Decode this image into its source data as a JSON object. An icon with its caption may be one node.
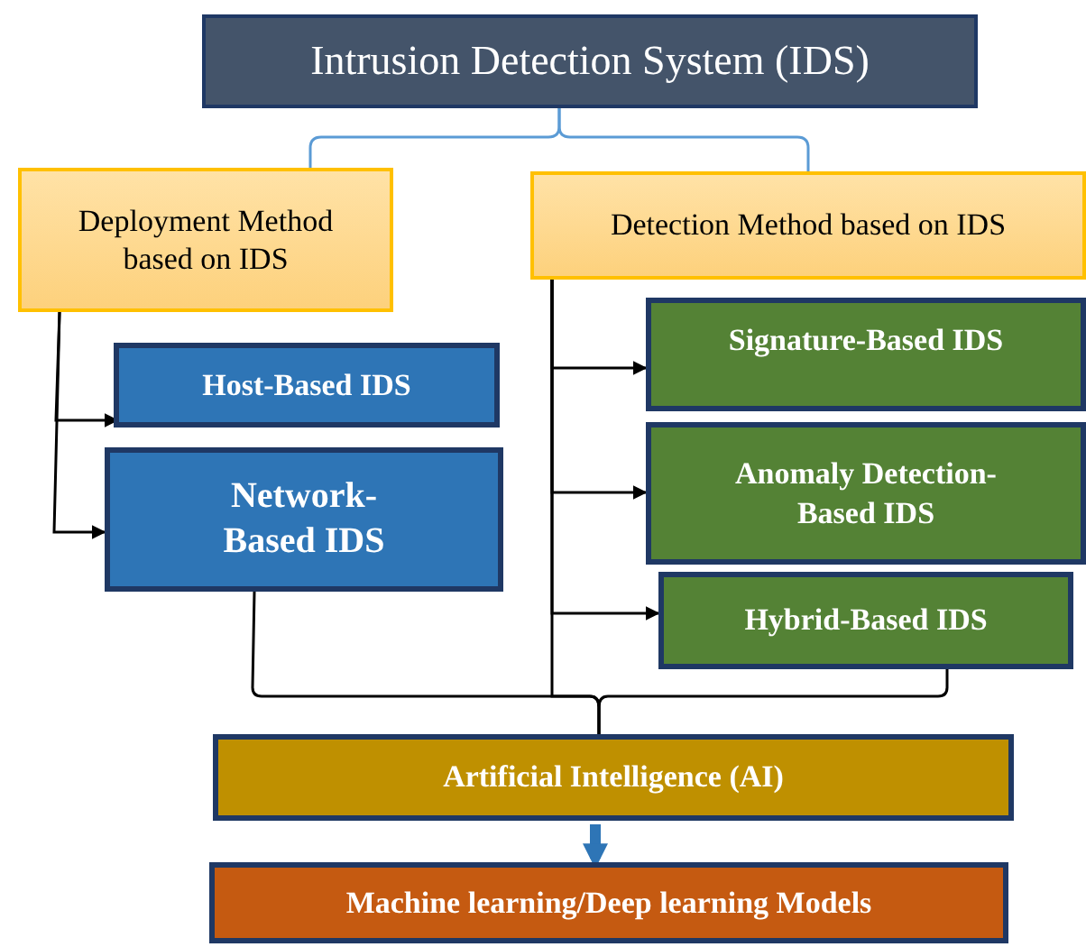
{
  "diagram": {
    "nodes": [
      {
        "text": [
          "Intrusion Detection System (IDS)"
        ]
      },
      {
        "text": [
          "Deployment Method based on IDS"
        ]
      },
      {
        "text": [
          "Detection Method based on IDS"
        ]
      },
      {
        "text": [
          "Host-Based IDS"
        ]
      },
      {
        "text": [
          "Network-Based IDS"
        ]
      },
      {
        "text": [
          "Signature-Based IDS"
        ]
      },
      {
        "text": [
          "Anomaly Detection-Based IDS"
        ]
      },
      {
        "text": [
          "Hybrid-Based IDS"
        ]
      },
      {
        "text": [
          "Artificial Intelligence (AI)"
        ]
      },
      {
        "text": [
          "Machine learning/Deep learning Models"
        ]
      }
    ],
    "edges": [
      {
        "from": 0,
        "to": 1,
        "arrow": "none",
        "color": "#5b9bd5"
      },
      {
        "from": 0,
        "to": 2,
        "arrow": "none",
        "color": "#5b9bd5"
      },
      {
        "from": 1,
        "to": 3,
        "arrow": "to"
      },
      {
        "from": 1,
        "to": 4,
        "arrow": "to"
      },
      {
        "from": 2,
        "to": 5,
        "arrow": "to"
      },
      {
        "from": 2,
        "to": 6,
        "arrow": "to"
      },
      {
        "from": 2,
        "to": 7,
        "arrow": "to"
      },
      {
        "from": 4,
        "to": 8,
        "arrow": "none"
      },
      {
        "from": 2,
        "to": 8,
        "arrow": "none"
      },
      {
        "from": 7,
        "to": 8,
        "arrow": "none"
      },
      {
        "from": 8,
        "to": 9,
        "arrow": "to",
        "style": "thick",
        "color": "#2e75b6"
      }
    ]
  }
}
